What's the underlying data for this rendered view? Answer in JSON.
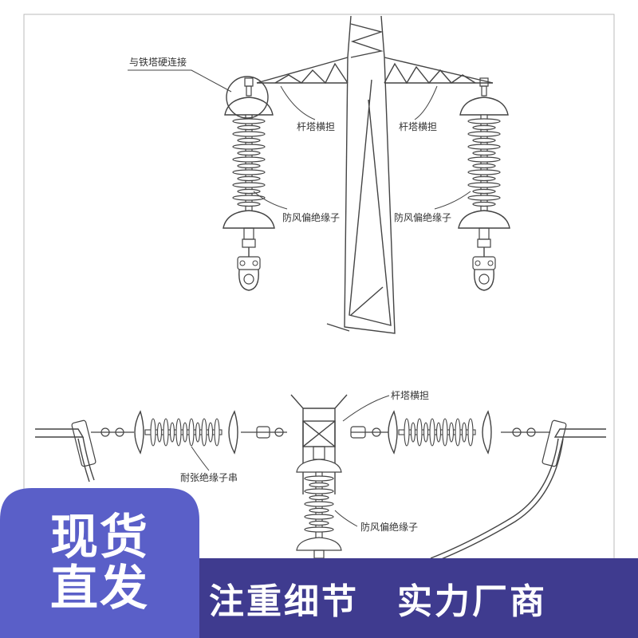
{
  "labels": {
    "connect": "与铁塔硬连接",
    "crossarm_left": "杆塔横担",
    "crossarm_right": "杆塔横担",
    "wind_left": "防风偏绝缘子",
    "wind_right": "防风偏绝缘子",
    "crossarm_bottom": "杆塔横担",
    "tension": "耐张绝缘子串",
    "wind_bottom": "防风偏绝缘子"
  },
  "badge": {
    "line1": "现货",
    "line2": "直发"
  },
  "slogan": {
    "item1": "注重细节",
    "item2": "实力厂商"
  },
  "colors": {
    "banner": "#3f3b8f",
    "badge": "#5a5fc8",
    "line": "#444444"
  }
}
